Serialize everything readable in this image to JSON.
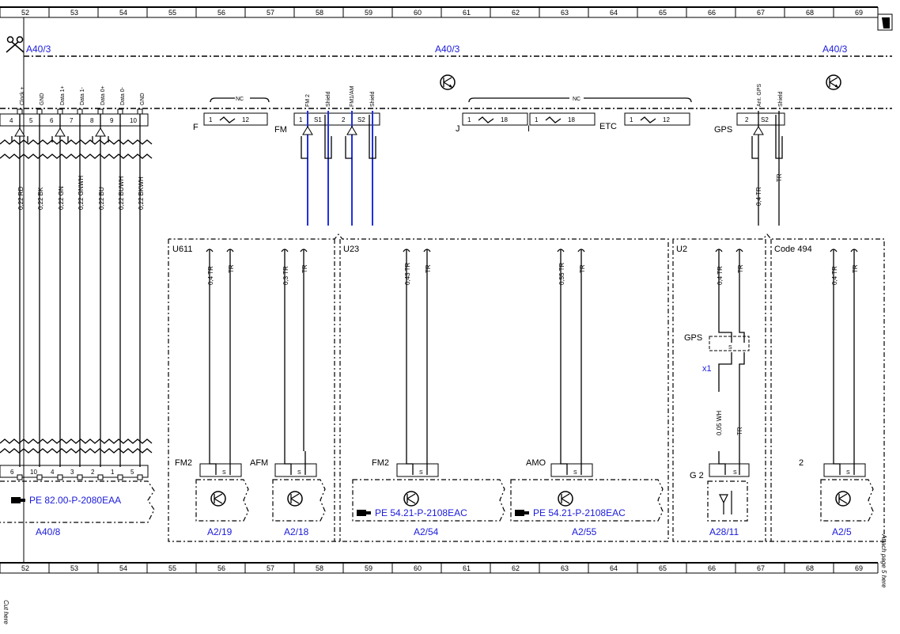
{
  "ruler": {
    "numbers": [
      "52",
      "53",
      "54",
      "55",
      "56",
      "57",
      "58",
      "59",
      "60",
      "61",
      "62",
      "63",
      "64",
      "65",
      "66",
      "67",
      "68",
      "69"
    ]
  },
  "top_labels": {
    "left": "A40/3",
    "center": "A40/3",
    "right": "A40/3"
  },
  "pin_labels": [
    "Clock +",
    "GND",
    "Data 1+",
    "Data 1-",
    "Data 0+",
    "Data 0-",
    "GND"
  ],
  "pin_numbers": [
    "4",
    "5",
    "6",
    "7",
    "8",
    "9",
    "10"
  ],
  "wire_labels": [
    "0,22 RD",
    "0,22 BK",
    "0,22 GN",
    "0,22 GNWH",
    "0,22 BU",
    "0,22 BUWH",
    "0,22 BKWH"
  ],
  "connectors": {
    "F": {
      "label": "F",
      "left": "1",
      "right": "12",
      "nc": "NC"
    },
    "FM": {
      "label": "FM",
      "pins": [
        "1",
        "S1",
        "2",
        "S2"
      ],
      "top": [
        "FM 2",
        "Shield",
        "FM1/AM",
        "Shield"
      ]
    },
    "J": {
      "label": "J",
      "left": "1",
      "right": "18"
    },
    "I": {
      "label": "I",
      "left": "1",
      "right": "18"
    },
    "ETC": {
      "label": "ETC",
      "left": "1",
      "right": "12"
    },
    "nc2": "NC",
    "GPS": {
      "label": "GPS",
      "pins": [
        "2",
        "S2"
      ],
      "top": [
        "Ant. GPS",
        "Shield"
      ]
    }
  },
  "gps_wires": [
    "0,4 TR",
    "TR"
  ],
  "groups": {
    "U611": "U611",
    "U23": "U23",
    "U2": "U2",
    "Code494": "Code 494"
  },
  "antenna_wires": {
    "A2_19": [
      "0,4 TR",
      "TR"
    ],
    "A2_18": [
      "0,3 TR",
      "TR"
    ],
    "A2_54": [
      "0,43 TR",
      "TR"
    ],
    "A2_55": [
      "0,55 TR",
      "TR"
    ],
    "A28_11": [
      "0,4 TR",
      "TR"
    ],
    "A2_5": [
      "0,4 TR",
      "TR"
    ]
  },
  "gps_filter": {
    "label": "GPS",
    "s": "S",
    "x1": "x1",
    "wire1": "0,05 WH",
    "wire2": "TR"
  },
  "bottom_connectors": {
    "A40_8_pins": [
      "6",
      "10",
      "4",
      "3",
      "2",
      "1",
      "5"
    ],
    "FM2_a": "FM2",
    "AFM": "AFM",
    "FM2_b": "FM2",
    "AMO": "AMO",
    "G2": "G 2",
    "two": "2",
    "S": "S"
  },
  "components": {
    "A40_8": "A40/8",
    "A2_19": "A2/19",
    "A2_18": "A2/18",
    "A2_54": "A2/54",
    "A2_55": "A2/55",
    "A28_11": "A28/11",
    "A2_5": "A2/5"
  },
  "references": {
    "ref1": "PE 82.00-P-2080EAA",
    "ref2": "PE 54.21-P-2108EAC",
    "ref3": "PE 54.21-P-2108EAC"
  },
  "margin_notes": {
    "cut_here": "Cut here",
    "attach": "Attach page 5 here"
  }
}
